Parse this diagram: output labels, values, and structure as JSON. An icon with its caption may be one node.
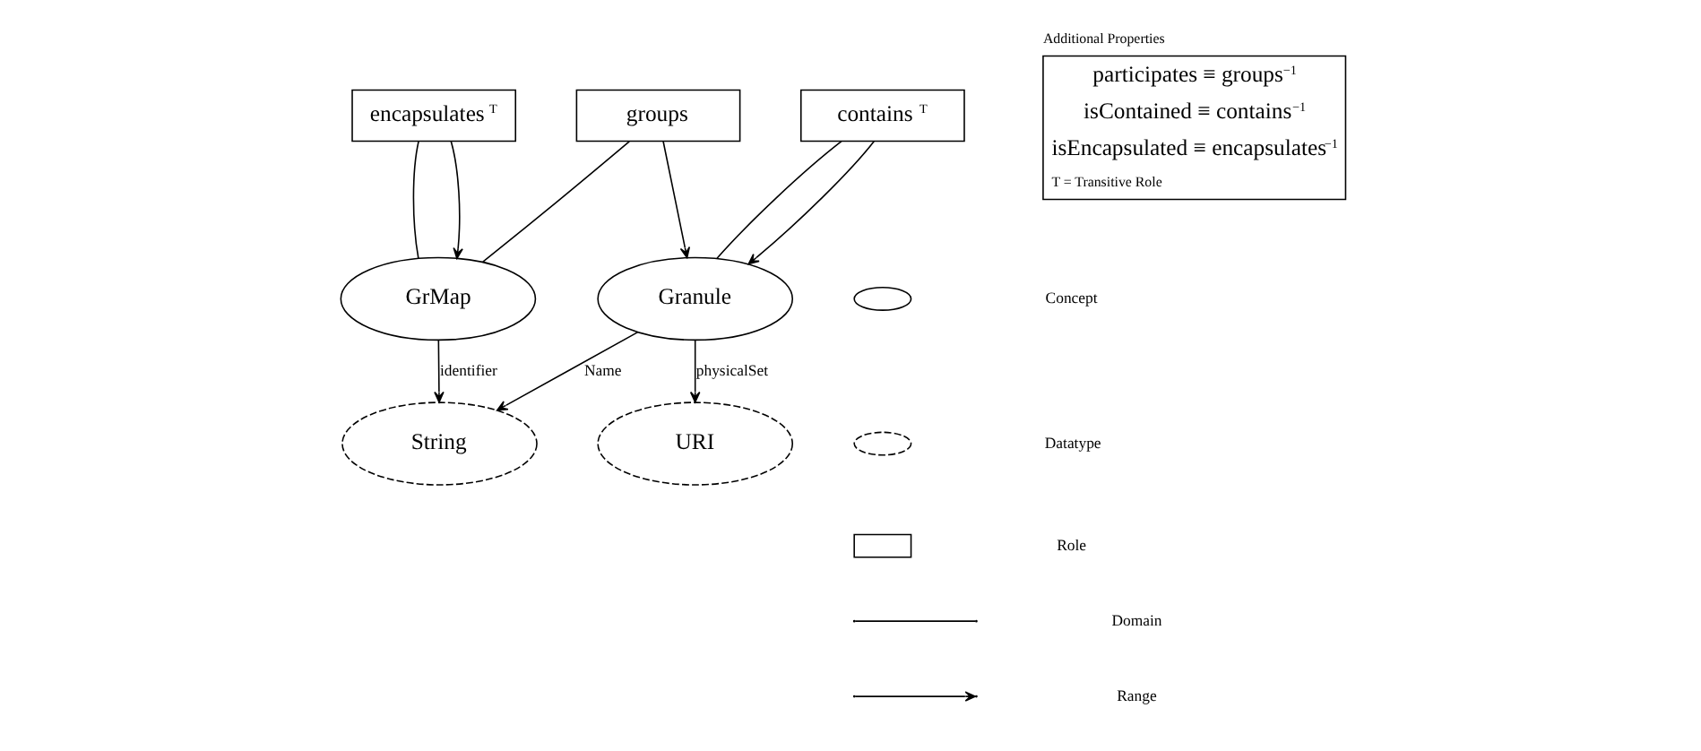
{
  "diagram": {
    "nodes": [
      {
        "text": [
          "encapsulates",
          "T"
        ]
      },
      {
        "text": [
          "groups"
        ]
      },
      {
        "text": [
          "contains",
          "T"
        ]
      },
      {
        "text": [
          "GrMap"
        ]
      },
      {
        "text": [
          "Granule"
        ]
      },
      {
        "text": [
          "URI"
        ]
      },
      {
        "text": [
          "String"
        ]
      },
      {
        "text": [
          "Additional Properties",
          "participates ≡ groups$^{−1}$",
          "isContained ≡ contains$^{−1}$",
          "isEncapsulated ≡ encapsulates$^{−1}$",
          "T = Transitive Role"
        ]
      }
    ],
    "edges": [
      {
        "from": 0,
        "to": 3,
        "arrow": "none"
      },
      {
        "from": 0,
        "to": 3,
        "arrow": "to"
      },
      {
        "from": 1,
        "to": 3,
        "arrow": "none"
      },
      {
        "from": 1,
        "to": 4,
        "arrow": "to"
      },
      {
        "from": 2,
        "to": 4,
        "arrow": "none"
      },
      {
        "from": 2,
        "to": 4,
        "arrow": "to"
      },
      {
        "from": 3,
        "to": 6,
        "arrow": "to",
        "label": "identifier"
      },
      {
        "from": 4,
        "to": 6,
        "arrow": "to",
        "label": "Name"
      },
      {
        "from": 4,
        "to": 5,
        "arrow": "to",
        "label": "physicalSet"
      }
    ],
    "legend": [
      {
        "text": "Concept"
      },
      {
        "text": "Datatype"
      },
      {
        "text": "Role"
      },
      {
        "text": "Domain"
      },
      {
        "text": "Range"
      }
    ]
  }
}
